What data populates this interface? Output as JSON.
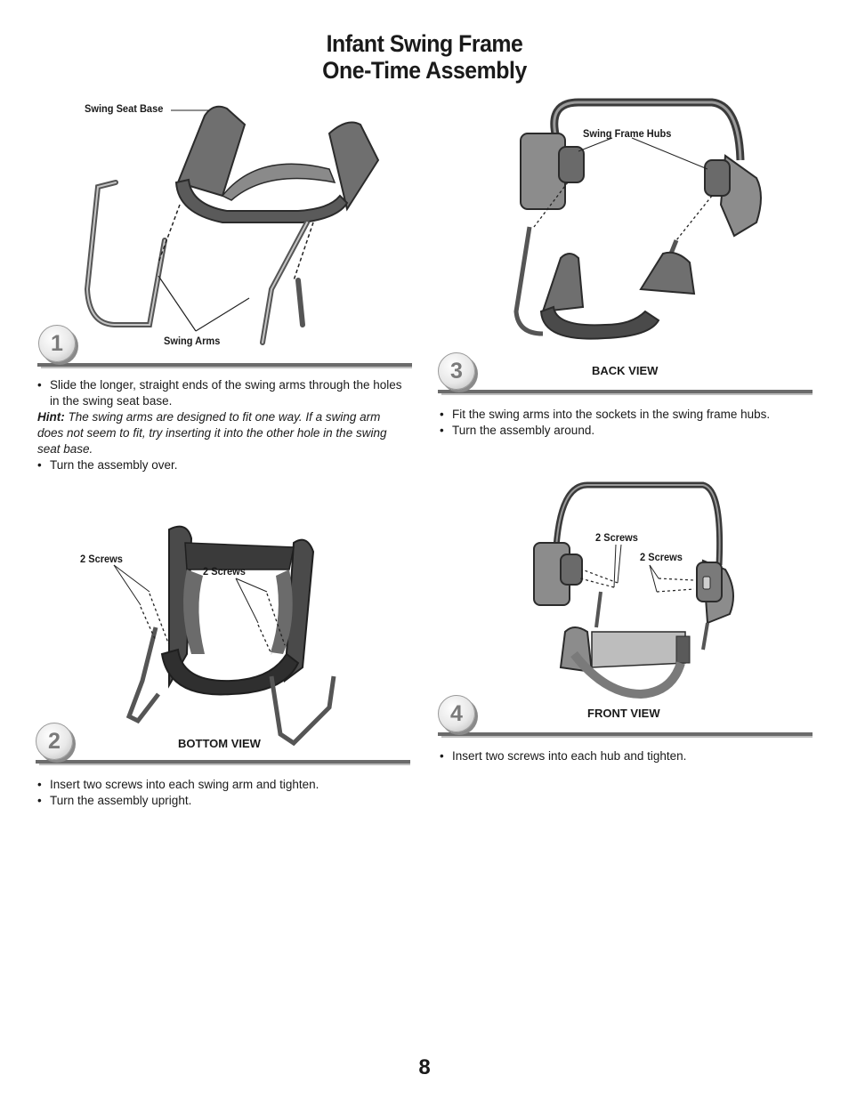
{
  "page": {
    "title_line1": "Infant Swing Frame",
    "title_line2": "One-Time Assembly",
    "page_number": "8"
  },
  "step1": {
    "number": "1",
    "label_seat_base": "Swing Seat Base",
    "label_swing_arms": "Swing Arms",
    "bullet1": "Slide the longer, straight ends of the swing arms through the holes in the swing seat base.",
    "hint_label": "Hint:",
    "hint_text": " The swing arms are designed to fit one way. If a swing arm does not seem to fit, try inserting it into the other hole in the swing seat base.",
    "bullet2": "Turn the assembly over."
  },
  "step2": {
    "number": "2",
    "label_screws_left": "2 Screws",
    "label_screws_right": "2 Screws",
    "view_label": "BOTTOM VIEW",
    "bullet1": "Insert two screws into each swing arm and tighten.",
    "bullet2": "Turn the assembly upright."
  },
  "step3": {
    "number": "3",
    "label_hubs": "Swing Frame Hubs",
    "view_label": "BACK VIEW",
    "bullet1": "Fit the swing arms into the sockets in the swing frame hubs.",
    "bullet2": "Turn the assembly around."
  },
  "step4": {
    "number": "4",
    "label_screws_left": "2 Screws",
    "label_screws_right": "2 Screws",
    "view_label": "FRONT VIEW",
    "bullet1": "Insert two screws into each hub and tighten."
  },
  "colors": {
    "rule": "#6b6b6b",
    "illustration_dark": "#3a3a3a",
    "illustration_mid": "#8c8c8c"
  }
}
